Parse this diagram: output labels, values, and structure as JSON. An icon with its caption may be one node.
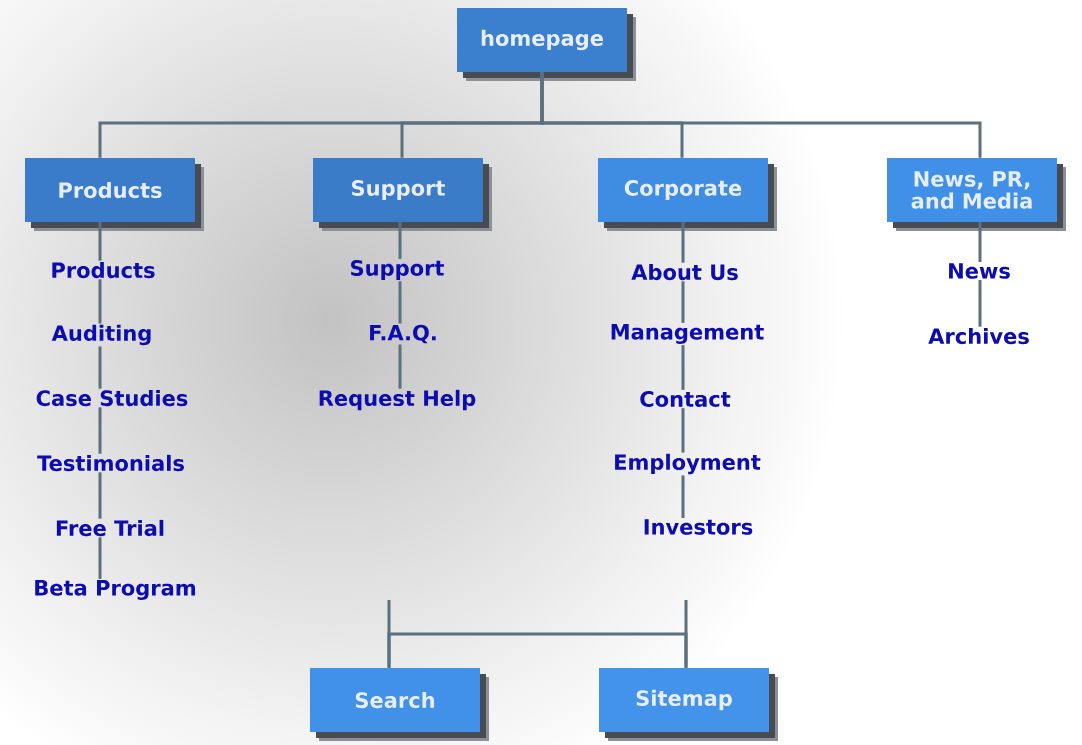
{
  "diagram": {
    "nodes": [
      {
        "text": [
          "homepage"
        ]
      },
      {
        "text": [
          "Products"
        ]
      },
      {
        "text": [
          "Support"
        ]
      },
      {
        "text": [
          "Corporate"
        ]
      },
      {
        "text": [
          "News, PR, and Media"
        ]
      },
      {
        "text": [
          "Products"
        ]
      },
      {
        "text": [
          "Auditing"
        ]
      },
      {
        "text": [
          "Case Studies"
        ]
      },
      {
        "text": [
          "Testimonials"
        ]
      },
      {
        "text": [
          "Free Trial"
        ]
      },
      {
        "text": [
          "Beta Program"
        ]
      },
      {
        "text": [
          "Support"
        ]
      },
      {
        "text": [
          "F.A.Q."
        ]
      },
      {
        "text": [
          "Request Help"
        ]
      },
      {
        "text": [
          "About Us"
        ]
      },
      {
        "text": [
          "Management"
        ]
      },
      {
        "text": [
          "Contact"
        ]
      },
      {
        "text": [
          "Employment"
        ]
      },
      {
        "text": [
          "Investors"
        ]
      },
      {
        "text": [
          "News"
        ]
      },
      {
        "text": [
          "Archives"
        ]
      },
      {
        "text": [
          "Search"
        ]
      },
      {
        "text": [
          "Sitemap"
        ]
      }
    ],
    "edges": [
      {
        "from": 0,
        "to": 1,
        "arrow": "none"
      },
      {
        "from": 0,
        "to": 2,
        "arrow": "none"
      },
      {
        "from": 0,
        "to": 3,
        "arrow": "none"
      },
      {
        "from": 0,
        "to": 4,
        "arrow": "none"
      },
      {
        "from": 1,
        "to": 5,
        "arrow": "none"
      },
      {
        "from": 5,
        "to": 6,
        "arrow": "none"
      },
      {
        "from": 6,
        "to": 7,
        "arrow": "none"
      },
      {
        "from": 7,
        "to": 8,
        "arrow": "none"
      },
      {
        "from": 8,
        "to": 9,
        "arrow": "none"
      },
      {
        "from": 9,
        "to": 10,
        "arrow": "none"
      },
      {
        "from": 2,
        "to": 11,
        "arrow": "none"
      },
      {
        "from": 11,
        "to": 12,
        "arrow": "none"
      },
      {
        "from": 12,
        "to": 13,
        "arrow": "none"
      },
      {
        "from": 3,
        "to": 14,
        "arrow": "none"
      },
      {
        "from": 14,
        "to": 15,
        "arrow": "none"
      },
      {
        "from": 15,
        "to": 16,
        "arrow": "none"
      },
      {
        "from": 16,
        "to": 17,
        "arrow": "none"
      },
      {
        "from": 17,
        "to": 18,
        "arrow": "none"
      },
      {
        "from": 4,
        "to": 19,
        "arrow": "none"
      },
      {
        "from": 19,
        "to": 20,
        "arrow": "none"
      },
      {
        "from": 21,
        "to": 22,
        "arrow": "none"
      },
      {
        "from": null,
        "to": 21,
        "arrow": "none"
      },
      {
        "from": null,
        "to": 22,
        "arrow": "none"
      }
    ]
  }
}
